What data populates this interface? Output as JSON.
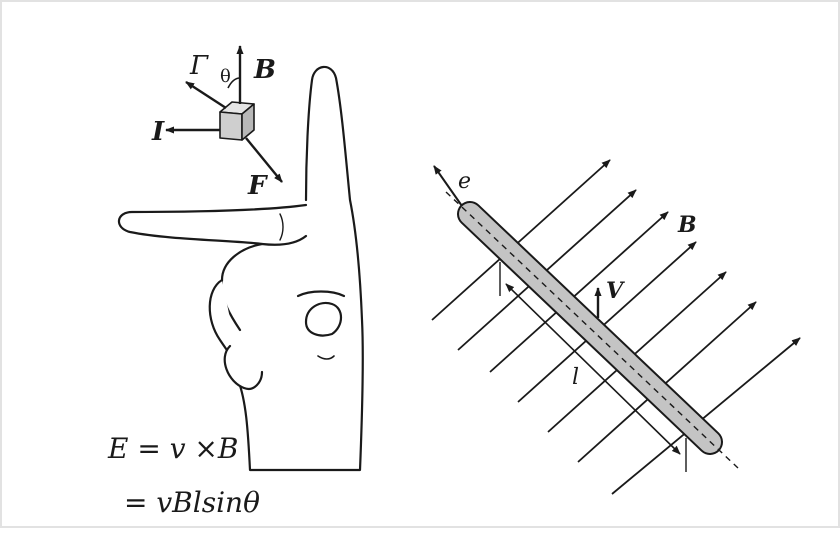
{
  "left_figure": {
    "labels": {
      "B": "B",
      "theta": "θ",
      "gamma": "Γ",
      "I": "I",
      "F": "F"
    }
  },
  "right_figure": {
    "labels": {
      "e": "e",
      "B": "B",
      "V": "V",
      "l": "l"
    }
  },
  "equations": {
    "line1": "E = v ×B",
    "line2": "= vBlsinθ"
  },
  "colors": {
    "ink": "#1a1a1a",
    "rod_fill": "#c4c4c4",
    "cube_fill": "#d6d6d6",
    "frame": "#e2e2e2"
  }
}
